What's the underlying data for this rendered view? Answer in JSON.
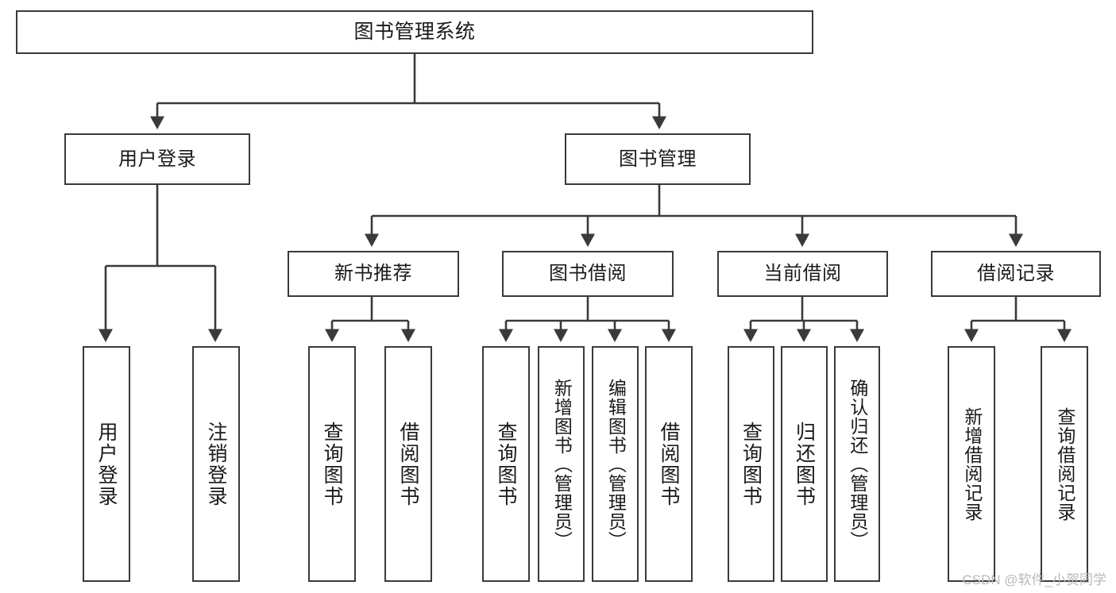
{
  "diagram": {
    "title": "图书管理系统",
    "type": "tree-hierarchy",
    "watermark": "CSDN @软件_小贺同学",
    "colors": {
      "stroke": "#3a3a3a",
      "fill": "#ffffff",
      "text": "#1a1a1a",
      "watermark": "#b9b9b9"
    },
    "levels": {
      "root": {
        "label": "图书管理系统"
      },
      "level2": [
        {
          "id": "user-login",
          "label": "用户登录"
        },
        {
          "id": "book-management",
          "label": "图书管理"
        }
      ],
      "level3": [
        {
          "id": "new-book-recommend",
          "label": "新书推荐"
        },
        {
          "id": "book-borrow",
          "label": "图书借阅"
        },
        {
          "id": "current-borrow",
          "label": "当前借阅"
        },
        {
          "id": "borrow-record",
          "label": "借阅记录"
        }
      ],
      "leaves": {
        "user-login": [
          {
            "id": "leaf-user-login",
            "label": "用户登录"
          },
          {
            "id": "leaf-logout-login",
            "label": "注销登录"
          }
        ],
        "new-book-recommend": [
          {
            "id": "leaf-query-book-1",
            "label": "查询图书"
          },
          {
            "id": "leaf-borrow-book-1",
            "label": "借阅图书"
          }
        ],
        "book-borrow": [
          {
            "id": "leaf-query-book-2",
            "label": "查询图书"
          },
          {
            "id": "leaf-add-book",
            "label": "新增图书（管理员）"
          },
          {
            "id": "leaf-edit-book",
            "label": "编辑图书（管理员）"
          },
          {
            "id": "leaf-borrow-book-2",
            "label": "借阅图书"
          }
        ],
        "current-borrow": [
          {
            "id": "leaf-query-book-3",
            "label": "查询图书"
          },
          {
            "id": "leaf-return-book",
            "label": "归还图书"
          },
          {
            "id": "leaf-confirm-return",
            "label": "确认归还（管理员）"
          }
        ],
        "borrow-record": [
          {
            "id": "leaf-add-record",
            "label": "新增借阅记录"
          },
          {
            "id": "leaf-query-record",
            "label": "查询借阅记录"
          }
        ]
      }
    }
  }
}
